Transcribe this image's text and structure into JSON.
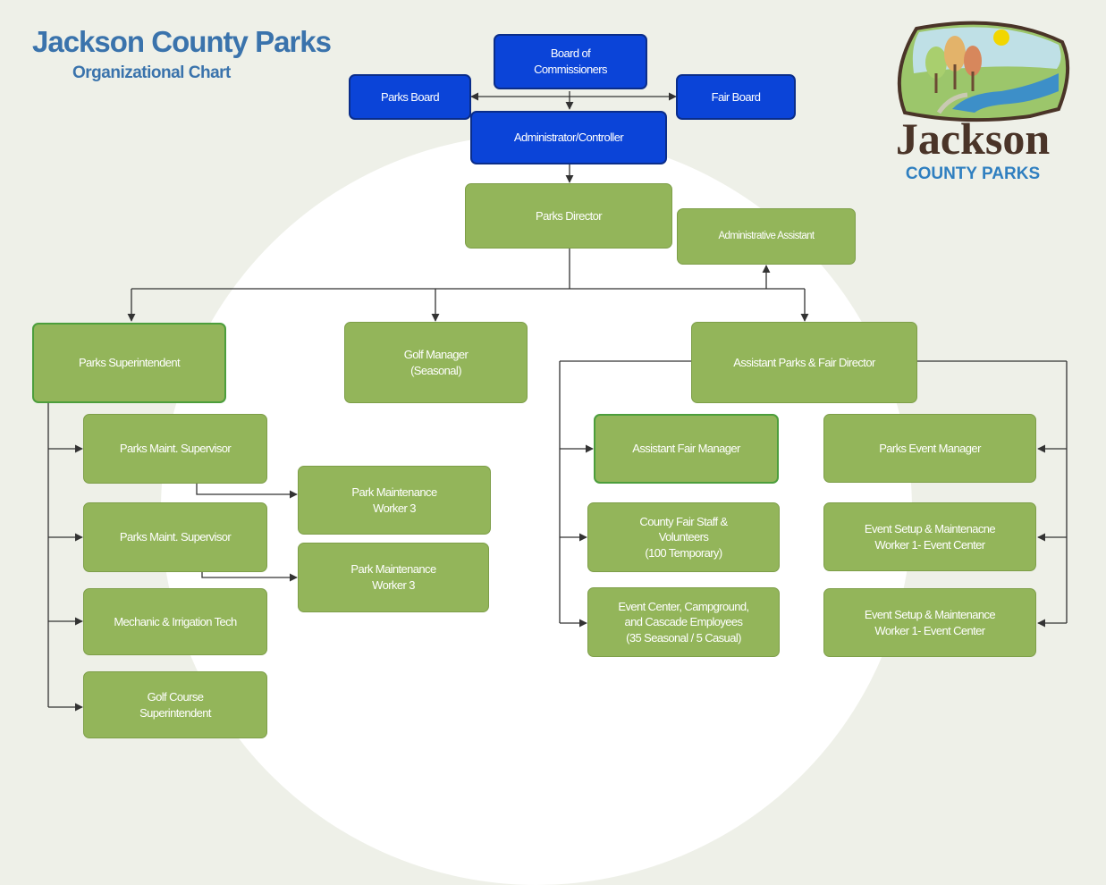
{
  "header": {
    "title": "Jackson County Parks",
    "subtitle": "Organizational Chart"
  },
  "logo": {
    "line1": "Jackson",
    "line2": "COUNTY PARKS"
  },
  "nodes": {
    "board_of_commissioners": "Board of\nCommissioners",
    "parks_board": "Parks Board",
    "fair_board": "Fair Board",
    "administrator": "Administrator/Controller",
    "parks_director": "Parks Director",
    "administrative_assistant": "Administrative Assistant",
    "parks_superintendent": "Parks Superintendent",
    "golf_manager": "Golf Manager\n(Seasonal)",
    "assistant_director": "Assistant Parks & Fair Director",
    "parks_maint_supervisor_1": "Parks Maint. Supervisor",
    "parks_maint_supervisor_2": "Parks Maint. Supervisor",
    "mechanic": "Mechanic & Irrigation Tech",
    "golf_course_superintendent": "Golf Course\nSuperintendent",
    "park_maintenance_worker_1": "Park Maintenance\nWorker 3",
    "park_maintenance_worker_2": "Park Maintenance\nWorker 3",
    "assistant_fair_manager": "Assistant Fair Manager",
    "county_fair_staff": "County Fair Staff &\nVolunteers\n(100 Temporary)",
    "event_center_employees": "Event Center, Campground,\nand Cascade Employees\n(35 Seasonal / 5 Casual)",
    "parks_event_manager": "Parks Event Manager",
    "event_setup_1": "Event Setup & Maintenacne\nWorker 1- Event Center",
    "event_setup_2": "Event Setup & Maintenance\nWorker 1- Event Center"
  },
  "colors": {
    "board_fill": "#0b44d8",
    "staff_fill": "#93b55a",
    "title_color": "#3a73ac",
    "background": "#eef0e8"
  }
}
